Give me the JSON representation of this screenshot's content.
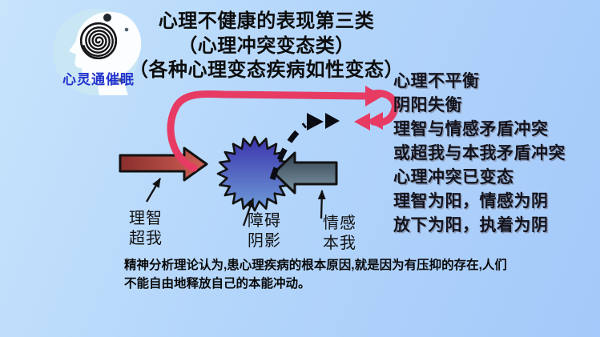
{
  "slide": {
    "title_lines": [
      "心理不健康的表现第三类",
      "（心理冲突变态类）",
      "（各种心理变态疾病如性变态）"
    ]
  },
  "logo": {
    "caption": "心灵通催眠"
  },
  "right_list": {
    "items": [
      "心理不平衡",
      "阴阳失衡",
      "理智与情感矛盾冲突",
      "或超我与本我矛盾冲突",
      "心理冲突已变态",
      "理智为阳，情感为阴",
      "放下为阳，执着为阴"
    ]
  },
  "diagram_labels": {
    "left_arrow": [
      "理智",
      "超我"
    ],
    "starburst": [
      "障碍",
      "阴影"
    ],
    "right_arrow": [
      "情感",
      "本我"
    ]
  },
  "footer": {
    "lines": [
      "精神分析理论认为,患心理疾病的根本原因,就是因为有压抑的存在,人们",
      "不能自由地释放自己的本能冲动。"
    ]
  },
  "colors": {
    "background_top_left": "#c7e4fb",
    "background_bottom_right": "#a4c9fa",
    "pink_arrow": "#e73b63",
    "red_arrow_dark": "#8a2f2c",
    "red_arrow_light": "#cf6157",
    "starburst_top": "#3c32ac",
    "starburst_bottom": "#6f9ed9",
    "slate_arrow_dark": "#2f3f4b",
    "slate_arrow_light": "#8099a9",
    "dashed_arrow": "#0b0b14",
    "logo_text": "#2233cc"
  }
}
